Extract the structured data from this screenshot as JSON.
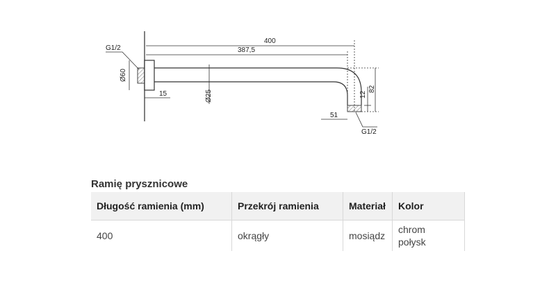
{
  "drawing": {
    "dim_total_length": "400",
    "dim_arm_length": "387,5",
    "dim_thread_top": "G1/2",
    "dim_wall_plate_diameter": "Ø60",
    "dim_plate_depth": "15",
    "dim_tube_diameter": "Ø25",
    "dim_end_offset": "51",
    "dim_outlet_height": "12",
    "dim_drop_height": "82",
    "dim_thread_bottom": "G1/2"
  },
  "section_title": "Ramię prysznicowe",
  "table": {
    "headers": [
      "Długość ramienia (mm)",
      "Przekrój ramienia",
      "Materiał",
      "Kolor"
    ],
    "row": {
      "length": "400",
      "cross_section": "okrągły",
      "material": "mosiądz",
      "color_line1": "chrom",
      "color_line2": "połysk"
    }
  }
}
